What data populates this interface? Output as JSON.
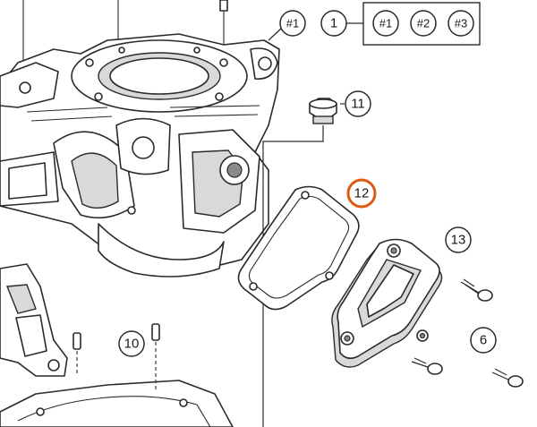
{
  "diagram": {
    "callouts": {
      "ref_top": "#1",
      "item_1": "1",
      "variant_1": "#1",
      "variant_2": "#2",
      "variant_3": "#3",
      "item_11": "11",
      "item_12": "12",
      "item_13": "13",
      "item_10": "10",
      "item_6": "6"
    },
    "highlight_color": "#e05a10",
    "parts": [
      "cylinder-assembly",
      "screw-plug",
      "gasket",
      "cover",
      "screw",
      "dowel-pin",
      "base-gasket"
    ]
  }
}
